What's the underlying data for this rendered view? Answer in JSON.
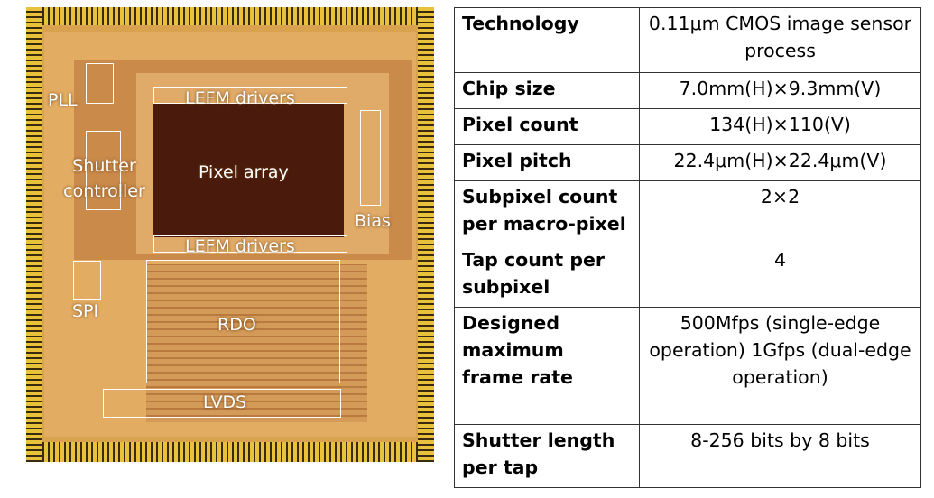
{
  "chip_labels": {
    "pll": "PLL",
    "shutter": "Shutter controller",
    "lefm_top": "LEFM drivers",
    "pixel_array": "Pixel array",
    "bias": "Bias",
    "lefm_bottom": "LEFM drivers",
    "spi": "SPI",
    "rdo": "RDO",
    "lvds": "LVDS"
  },
  "specs": [
    {
      "key": "Technology",
      "value": "0.11μm CMOS image sensor process"
    },
    {
      "key": "Chip size",
      "value": "7.0mm(H)×9.3mm(V)"
    },
    {
      "key": "Pixel count",
      "value": "134(H)×110(V)"
    },
    {
      "key": "Pixel pitch",
      "value": "22.4μm(H)×22.4μm(V)"
    },
    {
      "key": "Subpixel count per macro-pixel",
      "value": "2×2"
    },
    {
      "key": "Tap count per subpixel",
      "value": "4"
    },
    {
      "key": "Designed maximum frame rate",
      "value": "500Mfps (single-edge operation) 1Gfps (dual-edge operation)"
    },
    {
      "key": "Shutter length per tap",
      "value": "8-256 bits by 8 bits"
    }
  ]
}
